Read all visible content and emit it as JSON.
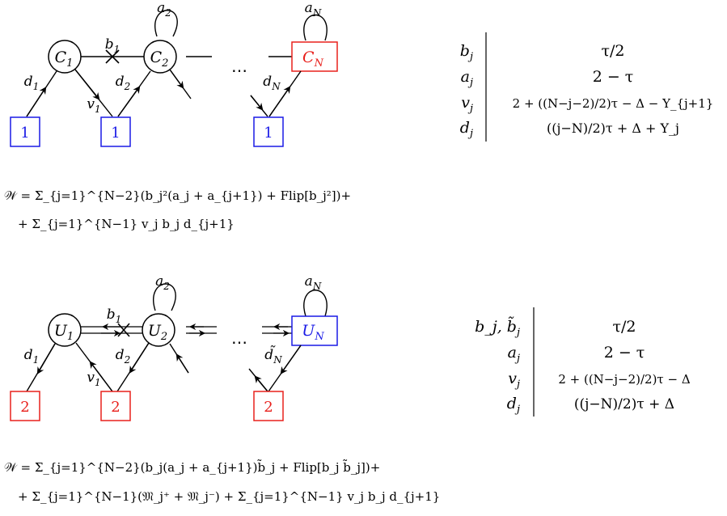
{
  "top": {
    "nodes": {
      "c1": {
        "base": "C",
        "sub": "1"
      },
      "c2": {
        "base": "C",
        "sub": "2"
      },
      "cn": {
        "base": "C",
        "sub": "N"
      }
    },
    "flavor_boxes": [
      "1",
      "1",
      "1"
    ],
    "edges": {
      "b1": {
        "base": "b",
        "sub": "1"
      },
      "a2": {
        "base": "a",
        "sub": "2"
      },
      "aN": {
        "base": "a",
        "sub": "N"
      },
      "d1": {
        "base": "d",
        "sub": "1"
      },
      "v1": {
        "base": "v",
        "sub": "1"
      },
      "d2": {
        "base": "d",
        "sub": "2"
      },
      "dN": {
        "base": "d",
        "sub": "N"
      }
    },
    "ellipsis": "⋯",
    "charges": [
      {
        "field": "b",
        "sub": "j",
        "value": "τ/2"
      },
      {
        "field": "a",
        "sub": "j",
        "value": "2 − τ"
      },
      {
        "field": "v",
        "sub": "j",
        "value": "2 + ((N−j−2)/2)τ − Δ − Y_{j+1}"
      },
      {
        "field": "d",
        "sub": "j",
        "value": "((j−N)/2)τ + Δ + Y_j"
      }
    ],
    "superpotential": {
      "line1": "𝒲 = Σ_{j=1}^{N−2}(b_j²(a_j + a_{j+1}) + Flip[b_j²])+",
      "line2": "+ Σ_{j=1}^{N−1} v_j b_j d_{j+1}"
    }
  },
  "bottom": {
    "nodes": {
      "u1": {
        "base": "U",
        "sub": "1"
      },
      "u2": {
        "base": "U",
        "sub": "2"
      },
      "un": {
        "base": "U",
        "sub": "N"
      }
    },
    "flavor_boxes": [
      "2",
      "2",
      "2"
    ],
    "edges": {
      "b1": {
        "base": "b",
        "sub": "1"
      },
      "a2": {
        "base": "a",
        "sub": "2"
      },
      "aN": {
        "base": "a",
        "sub": "N"
      },
      "d1": {
        "base": "d",
        "sub": "1"
      },
      "v1": {
        "base": "v",
        "sub": "1"
      },
      "d2": {
        "base": "d",
        "sub": "2"
      },
      "dN": {
        "base": "d̃",
        "sub": "N"
      }
    },
    "ellipsis": "⋯",
    "charges": [
      {
        "field": "b_j, b̃",
        "sub": "j",
        "value": "τ/2"
      },
      {
        "field": "a",
        "sub": "j",
        "value": "2 − τ"
      },
      {
        "field": "v",
        "sub": "j",
        "value": "2 + ((N−j−2)/2)τ − Δ"
      },
      {
        "field": "d",
        "sub": "j",
        "value": "((j−N)/2)τ + Δ"
      }
    ],
    "superpotential": {
      "line1": "𝒲 = Σ_{j=1}^{N−2}(b_j(a_j + a_{j+1})b̃_j + Flip[b_j b̃_j])+",
      "line2": "+ Σ_{j=1}^{N−1}(𝔐_j⁺ + 𝔐_j⁻) + Σ_{j=1}^{N−1} v_j b_j d_{j+1}"
    }
  },
  "colors": {
    "red": "#e8201c",
    "blue": "#1a1ae6",
    "black": "#000000"
  }
}
